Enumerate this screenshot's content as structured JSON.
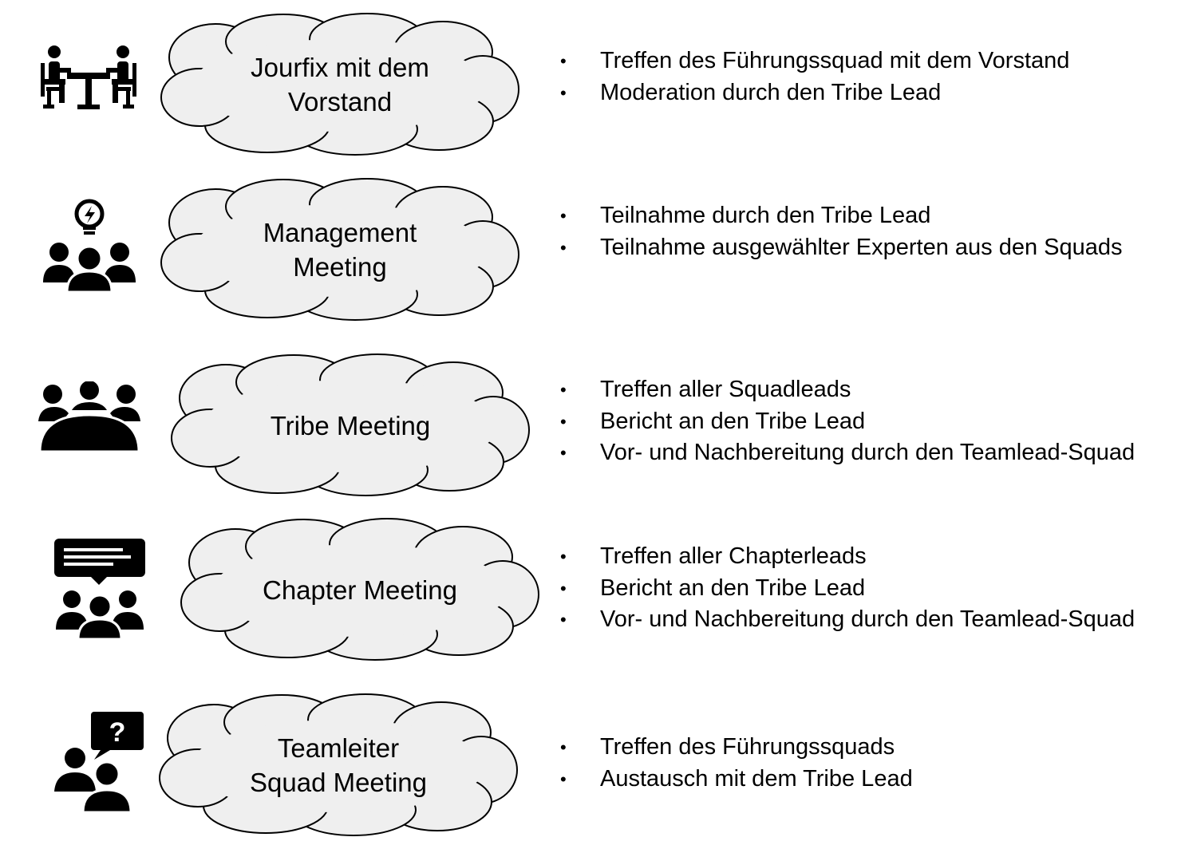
{
  "rows": [
    {
      "icon": "meeting-table-icon",
      "cloud_label": "Jourfix mit dem\nVorstand",
      "bullets": [
        "Treffen des Führungssquad mit dem Vorstand",
        "Moderation durch den Tribe Lead"
      ]
    },
    {
      "icon": "idea-team-icon",
      "cloud_label": "Management\nMeeting",
      "bullets": [
        "Teilnahme durch den Tribe Lead",
        "Teilnahme ausgewählter Experten aus den Squads"
      ]
    },
    {
      "icon": "conference-table-icon",
      "cloud_label": "Tribe Meeting",
      "bullets": [
        "Treffen aller Squadleads",
        "Bericht an den Tribe Lead",
        "Vor- und Nachbereitung durch den Teamlead-Squad"
      ]
    },
    {
      "icon": "presentation-team-icon",
      "cloud_label": "Chapter Meeting",
      "bullets": [
        "Treffen aller Chapterleads",
        "Bericht an den Tribe Lead",
        "Vor- und Nachbereitung durch den Teamlead-Squad"
      ]
    },
    {
      "icon": "question-team-icon",
      "cloud_label": "Teamleiter\nSquad Meeting",
      "bullets": [
        "Treffen des Führungssquads",
        "Austausch mit dem Tribe Lead"
      ]
    }
  ],
  "colors": {
    "cloud_fill": "#efefef",
    "cloud_stroke": "#000000",
    "icon": "#000000"
  }
}
